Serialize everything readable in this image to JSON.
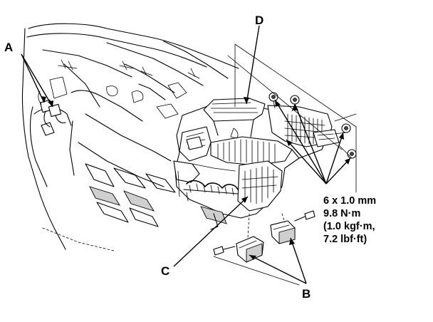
{
  "callouts": {
    "a": "A",
    "b": "B",
    "c": "C",
    "d": "D"
  },
  "torque_spec": {
    "bolt_size": "6 x 1.0 mm",
    "torque_nm": "9.8 N·m",
    "torque_kgfm": "(1.0 kgf·m,",
    "torque_lbfft": "7.2 lbf·ft)"
  }
}
